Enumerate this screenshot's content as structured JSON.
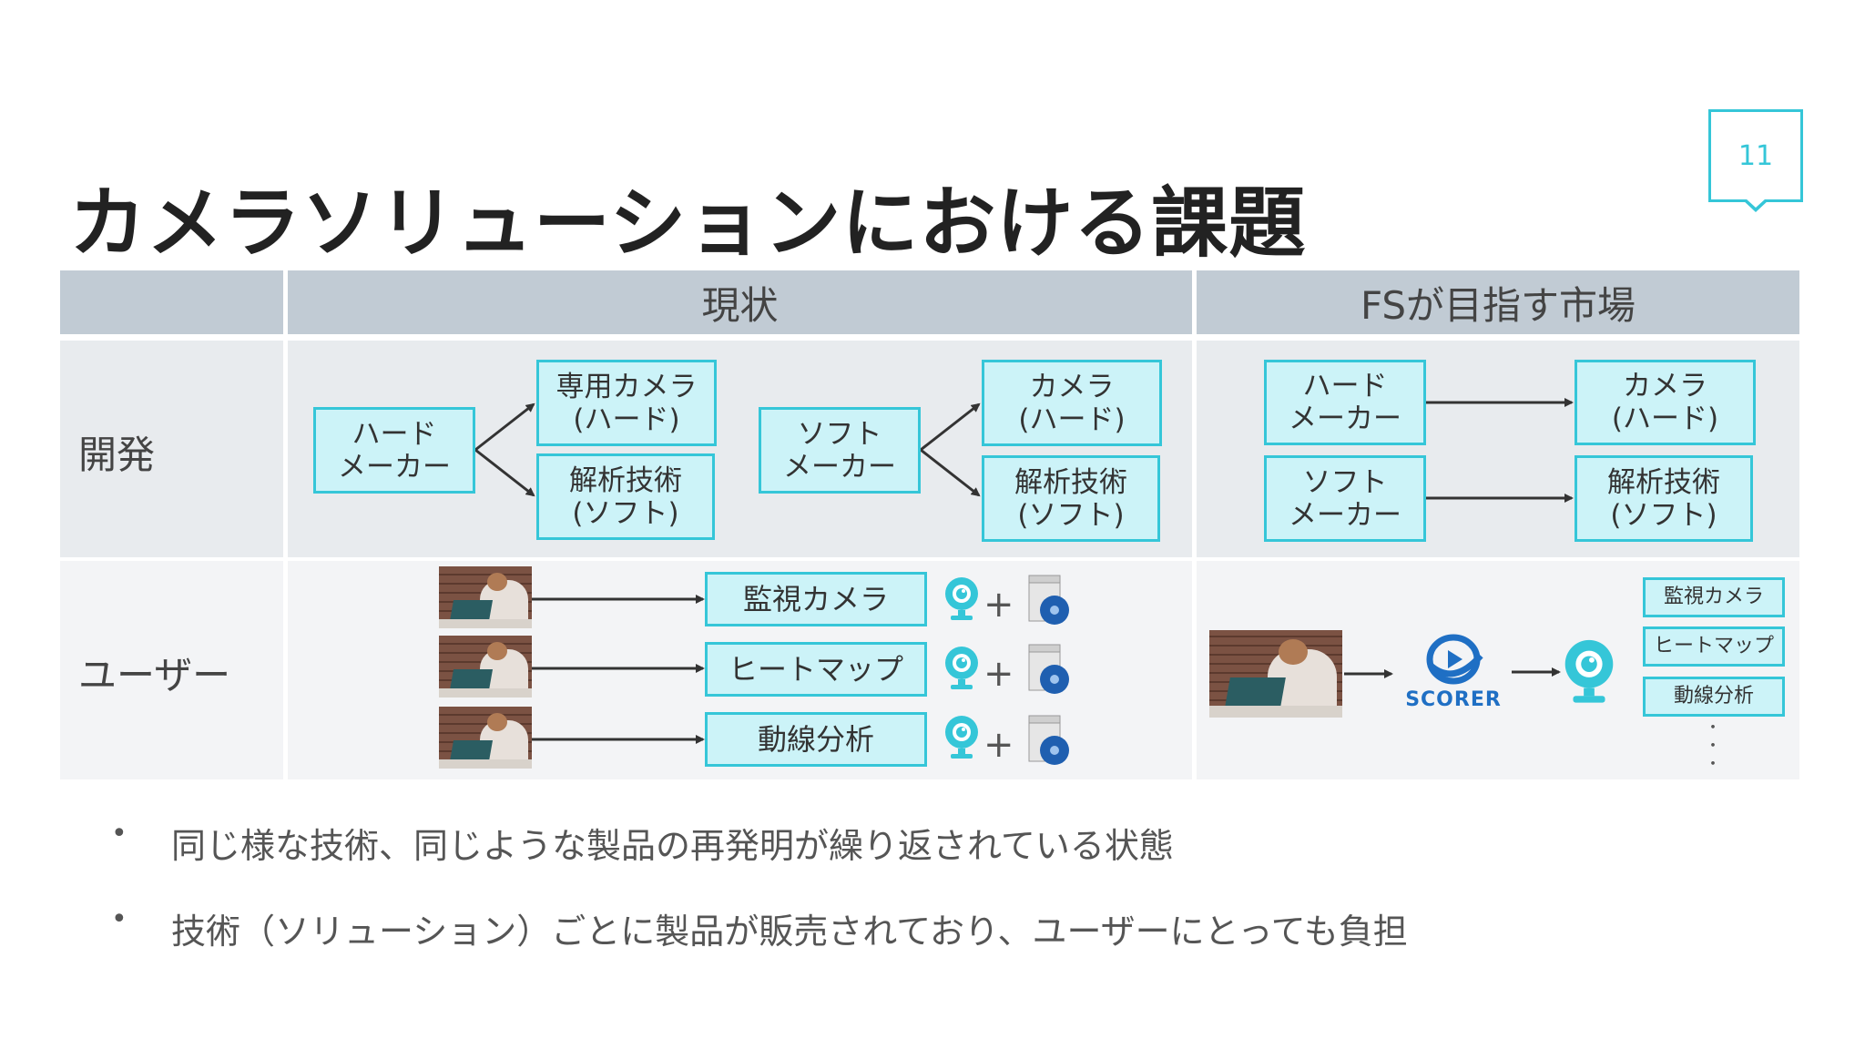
{
  "slide": {
    "title": "カメラソリューションにおける課題",
    "page_number": "11"
  },
  "table": {
    "headers": [
      "",
      "現状",
      "FSが目指す市場"
    ],
    "rows": {
      "dev_label": "開発",
      "user_label": "ユーザー"
    }
  },
  "current_dev": {
    "hard_maker": "ハード\nメーカー",
    "dedicated_camera": "専用カメラ\n(ハード)",
    "analysis_tech_1": "解析技術\n(ソフト)",
    "soft_maker": "ソフト\nメーカー",
    "camera_hard": "カメラ\n(ハード)",
    "analysis_tech_2": "解析技術\n(ソフト)"
  },
  "target_dev": {
    "hard_maker": "ハード\nメーカー",
    "soft_maker": "ソフト\nメーカー",
    "camera_hard": "カメラ\n(ハード)",
    "analysis_tech": "解析技術\n(ソフト)"
  },
  "current_user": {
    "items": [
      "監視カメラ",
      "ヒートマップ",
      "動線分析"
    ],
    "plus": "+"
  },
  "target_user": {
    "logo_text": "SCORER",
    "items": [
      "監視カメラ",
      "ヒートマップ",
      "動線分析"
    ],
    "ellipsis": "・\n・\n・"
  },
  "bullets": [
    "同じ様な技術、同じような製品の再発明が繰り返されている状態",
    "技術（ソリューション）ごとに製品が販売されており、ユーザーにとっても負担"
  ],
  "bullet_marker": "•",
  "colors": {
    "accent": "#35c6d8",
    "box_fill": "#ccf3f8",
    "header_fill": "#c1cbd4",
    "dev_row_fill": "#e8ebee",
    "user_row_fill": "#f3f4f6",
    "scorer_blue": "#1f6fc4"
  }
}
